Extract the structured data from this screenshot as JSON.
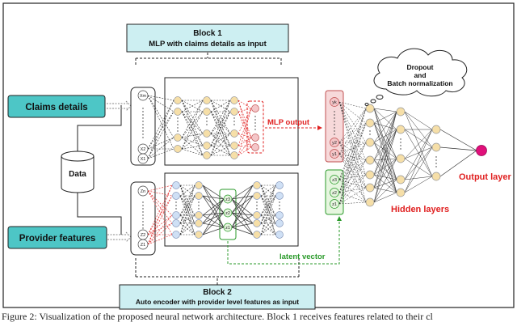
{
  "block1": {
    "title": "Block 1",
    "subtitle_plain": "MLP with claims details ",
    "subtitle_bold": "as input"
  },
  "block2": {
    "title": "Block 2",
    "subtitle": "Auto encoder with provider level features as input"
  },
  "inputs": {
    "claims": "Claims details",
    "data": "Data",
    "provider": "Provider features"
  },
  "mlp_node_labels": [
    "Xm",
    "X2",
    "X1"
  ],
  "ae_node_labels": [
    "Zn",
    "Z2",
    "Z1"
  ],
  "latent_node_labels": [
    "z3",
    "z2",
    "z1"
  ],
  "mlp_out_labels": [
    "yk",
    "y2",
    "y1"
  ],
  "concat_node_labels": [
    "yk",
    "y2",
    "y1",
    "z3",
    "z2",
    "z1"
  ],
  "labels": {
    "mlp_output": "MLP output",
    "latent_vector": "latent vector",
    "hidden_layers": "Hidden layers",
    "output_layer": "Output layer",
    "cloud_line1": "Dropout",
    "cloud_line2": "and",
    "cloud_line3": "Batch normalization"
  },
  "caption": "Figure 2: Visualization of the proposed neural network architecture. Block 1 receives features related to their cl",
  "colors": {
    "accent_teal": "#4dc6c6",
    "output_node": "#e0107a",
    "mlp_red": "#e02020",
    "latent_green": "#2a9a2a",
    "node_fill": "#f6dfa8"
  }
}
